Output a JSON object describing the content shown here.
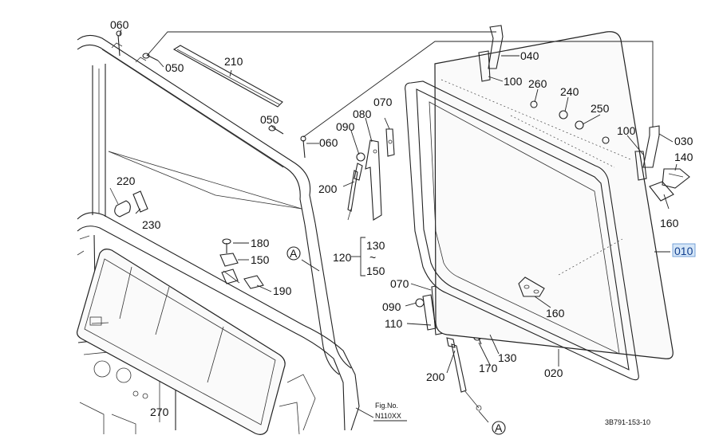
{
  "diagram": {
    "labels": {
      "l060a": "060",
      "l050a": "050",
      "l210": "210",
      "l050b": "050",
      "l060b": "060",
      "l090a": "090",
      "l080": "080",
      "l070a": "070",
      "l200a": "200",
      "l220": "220",
      "l230": "230",
      "l180": "180",
      "l150": "150",
      "l190": "190",
      "l120": "120",
      "l130a": "130",
      "l150b": "150",
      "range_sep": "~",
      "l040": "040",
      "l100a": "100",
      "l260": "260",
      "l240": "240",
      "l250": "250",
      "l100b": "100",
      "l030": "030",
      "l140": "140",
      "l160a": "160",
      "l010": "010",
      "l070b": "070",
      "l090b": "090",
      "l110": "110",
      "l160b": "160",
      "l130b": "130",
      "l170": "170",
      "l020": "020",
      "l200b": "200",
      "l270": "270",
      "callout_a1": "A",
      "callout_a2": "A"
    },
    "fig_no_label": "Fig.No.",
    "fig_no": "N110XX",
    "drawing_code": "3B791-153-10",
    "highlighted_part": "010",
    "highlight_color": "#d5e6f7"
  }
}
